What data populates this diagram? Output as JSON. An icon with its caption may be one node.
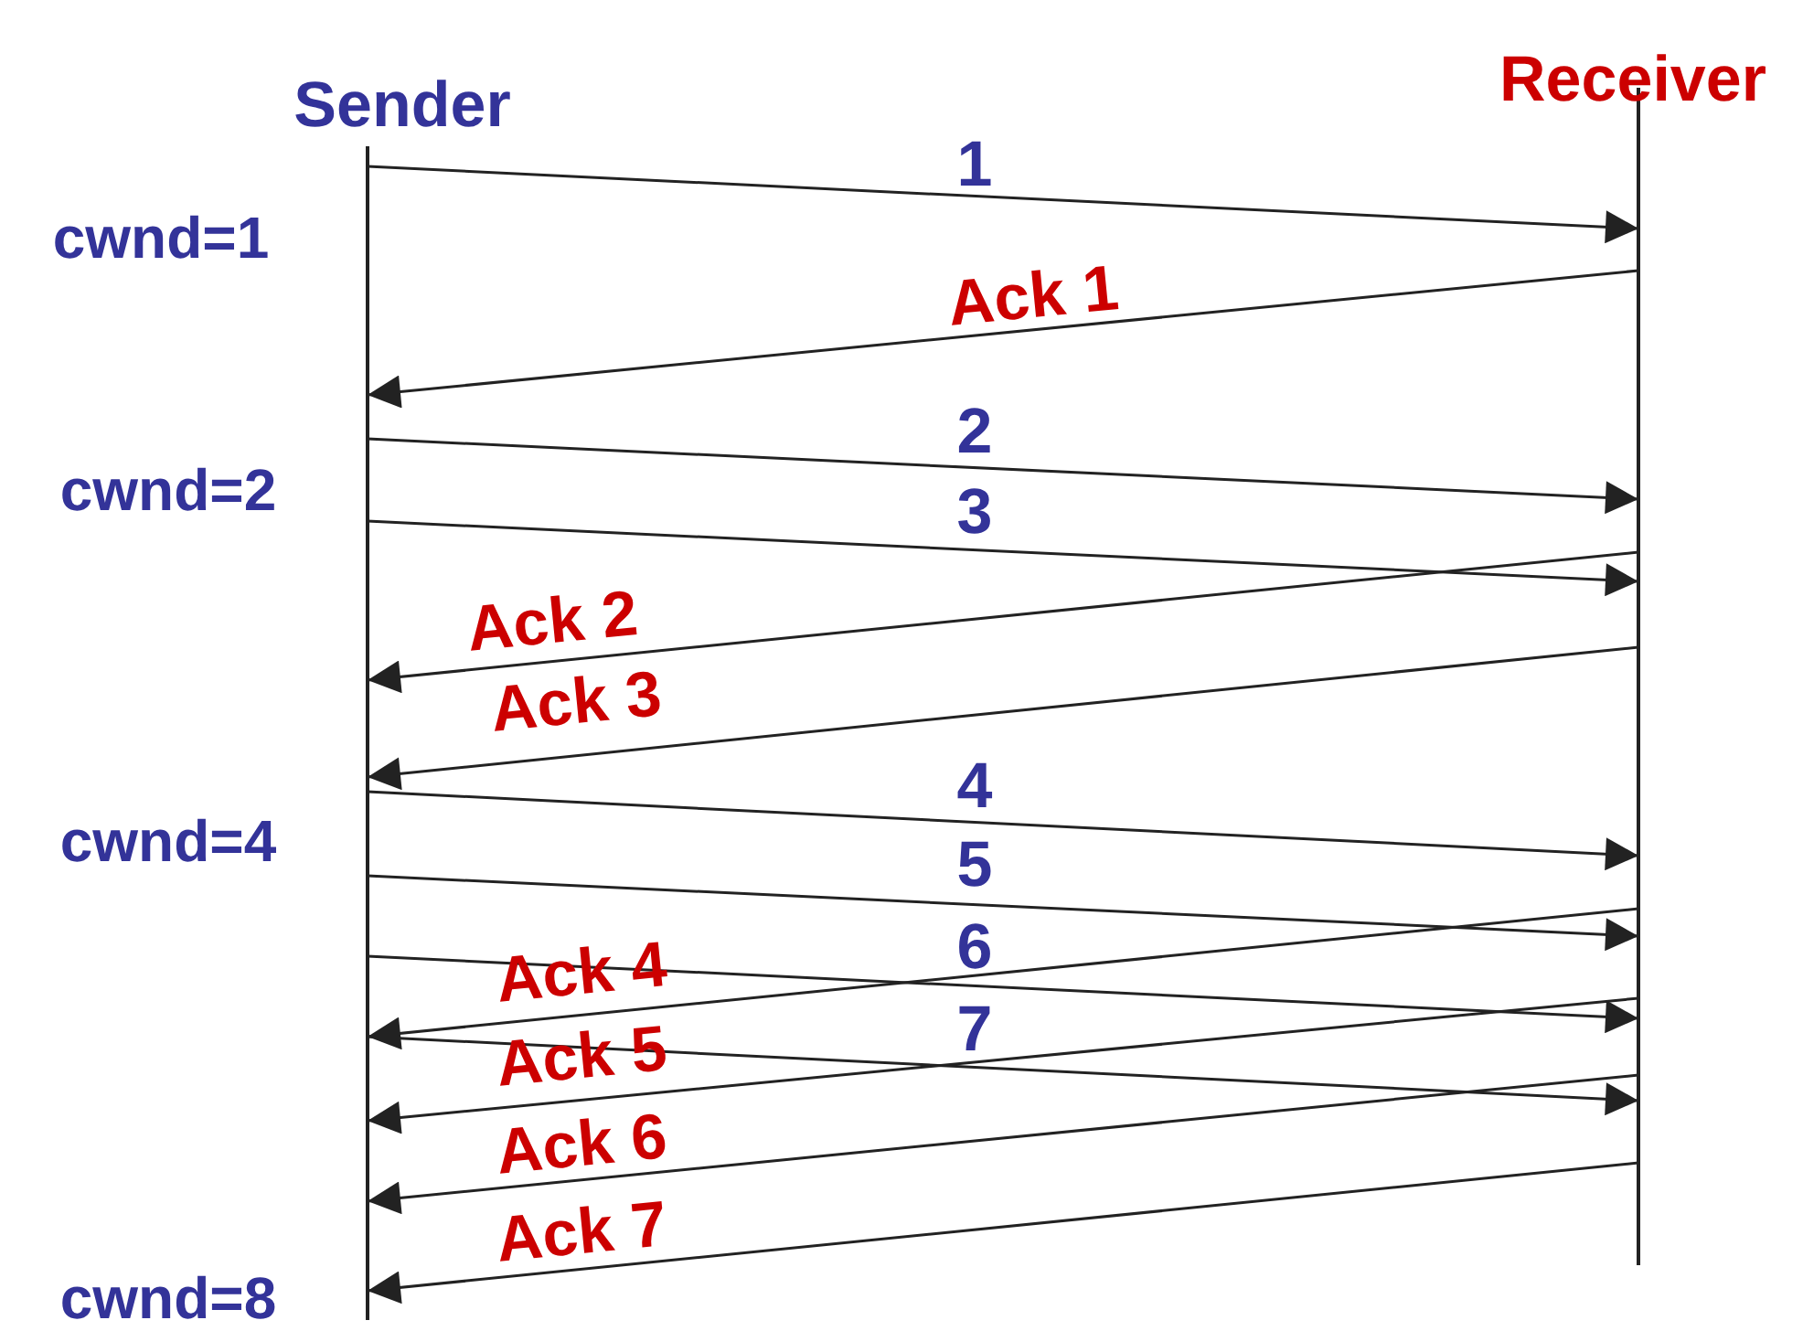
{
  "diagram": {
    "nodes": [
      {
        "text": [
          "Sender"
        ]
      },
      {
        "text": [
          "Receiver"
        ]
      }
    ],
    "edges": [
      {
        "from": 0,
        "to": 1,
        "arrow": "to",
        "label": "1"
      },
      {
        "from": 1,
        "to": 0,
        "arrow": "to",
        "label": "Ack 1"
      },
      {
        "from": 0,
        "to": 1,
        "arrow": "to",
        "label": "2"
      },
      {
        "from": 0,
        "to": 1,
        "arrow": "to",
        "label": "3"
      },
      {
        "from": 1,
        "to": 0,
        "arrow": "to",
        "label": "Ack 2"
      },
      {
        "from": 1,
        "to": 0,
        "arrow": "to",
        "label": "Ack 3"
      },
      {
        "from": 0,
        "to": 1,
        "arrow": "to",
        "label": "4"
      },
      {
        "from": 0,
        "to": 1,
        "arrow": "to",
        "label": "5"
      },
      {
        "from": 0,
        "to": 1,
        "arrow": "to",
        "label": "6"
      },
      {
        "from": 0,
        "to": 1,
        "arrow": "to",
        "label": "7"
      },
      {
        "from": 1,
        "to": 0,
        "arrow": "to",
        "label": "Ack 4"
      },
      {
        "from": 1,
        "to": 0,
        "arrow": "to",
        "label": "Ack 5"
      },
      {
        "from": 1,
        "to": 0,
        "arrow": "to",
        "label": "Ack 6"
      },
      {
        "from": 1,
        "to": 0,
        "arrow": "to",
        "label": "Ack 7"
      }
    ],
    "labels": [
      "cwnd=1",
      "cwnd=2",
      "cwnd=4",
      "cwnd=8"
    ]
  }
}
